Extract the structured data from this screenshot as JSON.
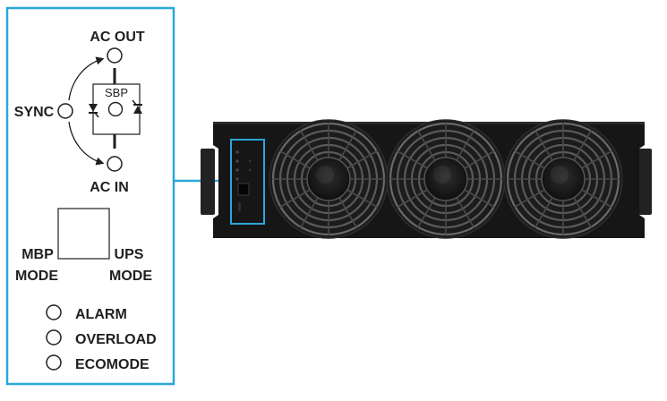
{
  "panel": {
    "label_ac_out": "AC OUT",
    "label_sync": "SYNC",
    "label_sbp": "SBP",
    "label_ac_in": "AC IN",
    "label_mbp": "MBP",
    "label_ups": "UPS",
    "label_mode_left": "MODE",
    "label_mode_right": "MODE",
    "indicators": [
      {
        "label": "ALARM"
      },
      {
        "label": "OVERLOAD"
      },
      {
        "label": "ECOMODE"
      }
    ]
  },
  "device": {
    "fan_count": 3,
    "indicator_led_count": 4
  },
  "colors": {
    "highlight": "#2aa7d9",
    "chassis": "#161616",
    "text": "#1f1f1f"
  }
}
